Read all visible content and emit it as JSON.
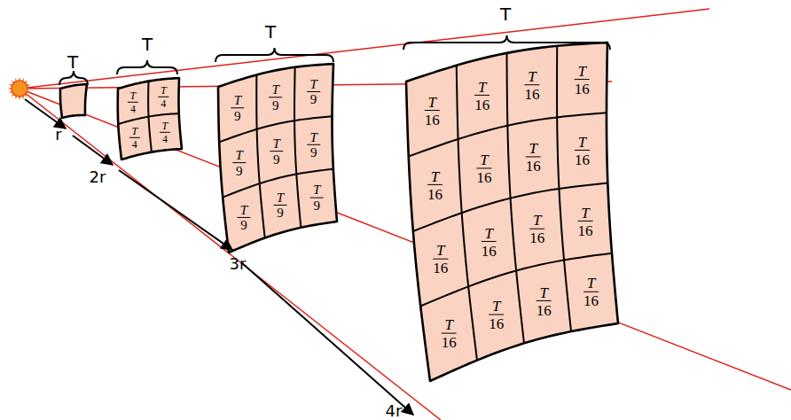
{
  "diagram": {
    "labels": [
      "T",
      "T",
      "T",
      "4",
      "T",
      "4",
      "T",
      "4",
      "T",
      "4",
      "T",
      "T",
      "9",
      "T",
      "9",
      "T",
      "9",
      "T",
      "9",
      "T",
      "9",
      "T",
      "9",
      "T",
      "9",
      "T",
      "9",
      "T",
      "9",
      "T",
      "T",
      "16",
      "T",
      "16",
      "T",
      "16",
      "T",
      "16",
      "T",
      "16",
      "T",
      "16",
      "T",
      "16",
      "T",
      "16",
      "T",
      "16",
      "T",
      "16",
      "T",
      "16",
      "T",
      "16",
      "T",
      "16",
      "T",
      "16",
      "T",
      "16",
      "T",
      "16",
      "r",
      "2r",
      "3r",
      "4r"
    ]
  }
}
